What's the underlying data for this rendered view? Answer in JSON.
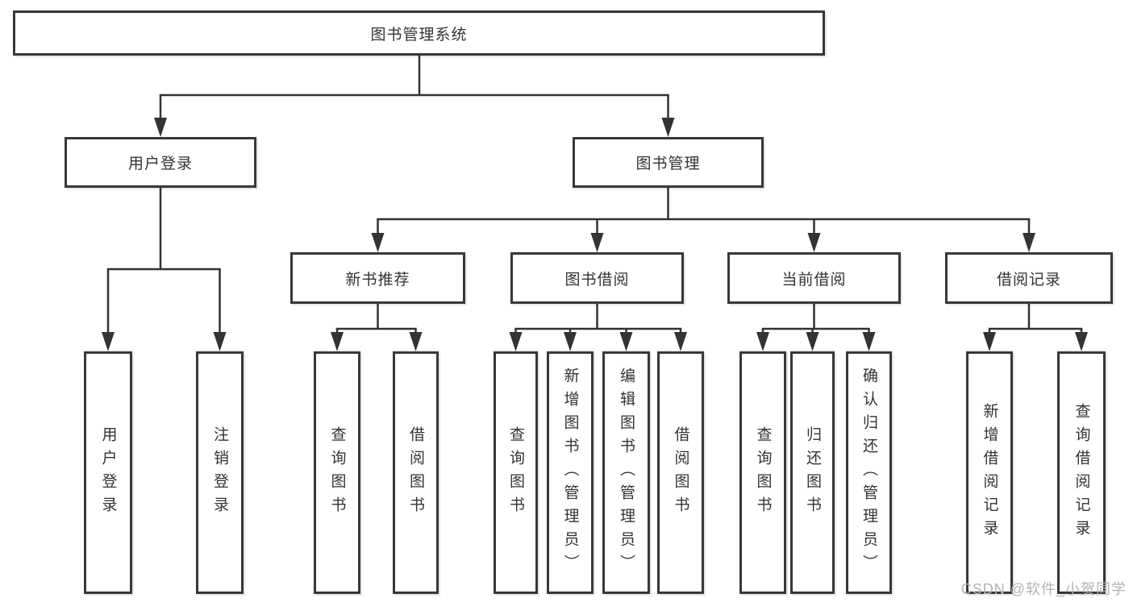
{
  "root": {
    "label": "图书管理系统"
  },
  "level2": [
    {
      "label": "用户登录"
    },
    {
      "label": "图书管理"
    }
  ],
  "level3": [
    {
      "label": "新书推荐"
    },
    {
      "label": "图书借阅"
    },
    {
      "label": "当前借阅"
    },
    {
      "label": "借阅记录"
    }
  ],
  "leaf_groups": [
    {
      "parent": "用户登录",
      "items": [
        "用户登录",
        "注销登录"
      ]
    },
    {
      "parent": "新书推荐",
      "items": [
        "查询图书",
        "借阅图书"
      ]
    },
    {
      "parent": "图书借阅",
      "items": [
        "查询图书",
        "新增图书（管理员）",
        "编辑图书（管理员）",
        "借阅图书"
      ]
    },
    {
      "parent": "当前借阅",
      "items": [
        "查询图书",
        "归还图书",
        "确认归还（管理员）"
      ]
    },
    {
      "parent": "借阅记录",
      "items": [
        "新增借阅记录",
        "查询借阅记录"
      ]
    }
  ],
  "watermark": "CSDN @软件_小贺同学",
  "colors": {
    "line": "#333333",
    "box_border": "#383838",
    "text": "#333333",
    "watermark": "#b3b3b3",
    "background": "#ffffff"
  }
}
